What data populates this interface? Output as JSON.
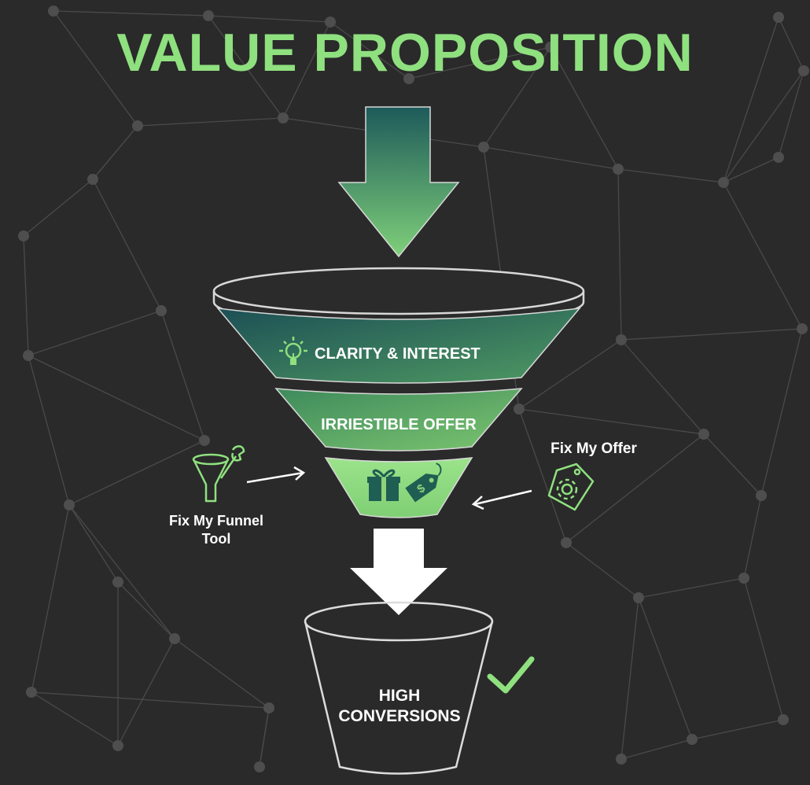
{
  "title": "VALUE PROPOSITION",
  "funnel": {
    "stage1": {
      "label": "CLARITY & INTEREST",
      "icon": "lightbulb-icon"
    },
    "stage2": {
      "label": "IRRIESTIBLE OFFER"
    },
    "stage3": {
      "icons": [
        "gift-icon",
        "price-tag-icon"
      ]
    }
  },
  "side_left": {
    "label_line1": "Fix My Funnel",
    "label_line2": "Tool",
    "icon": "funnel-wrench-icon"
  },
  "side_right": {
    "label": "Fix My Offer",
    "icon": "tag-gear-icon"
  },
  "bucket": {
    "label_line1": "HIGH",
    "label_line2": "CONVERSIONS"
  },
  "colors": {
    "background": "#2a2a2a",
    "accent_green": "#8fe07f",
    "funnel_dark": "#1e5a57",
    "funnel_light": "#8fd27a"
  }
}
